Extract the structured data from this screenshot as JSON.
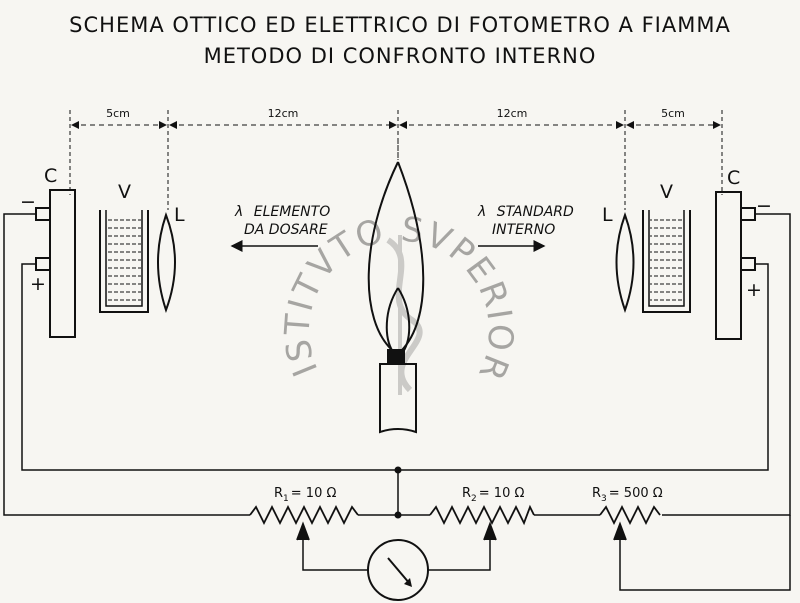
{
  "title": {
    "line1": "SCHEMA OTTICO ED ELETTRICO DI FOTOMETRO A FIAMMA",
    "line2": "METODO DI CONFRONTO INTERNO"
  },
  "dimensions": {
    "left_outer": "5cm",
    "left_inner": "12cm",
    "right_inner": "12cm",
    "right_outer": "5cm"
  },
  "components": {
    "cell_left": "C",
    "cell_right": "C",
    "filter_left": "V",
    "filter_right": "V",
    "lens_left": "L",
    "lens_right": "L"
  },
  "polarity": {
    "left_top": "−",
    "left_bottom": "+",
    "right_top": "−",
    "right_bottom": "+"
  },
  "beams": {
    "left_symbol": "λ",
    "left_line1": "ELEMENTO",
    "left_line2": "DA DOSARE",
    "right_symbol": "λ",
    "right_line1": "STANDARD",
    "right_line2": "INTERNO"
  },
  "resistors": [
    {
      "name": "R",
      "sub": "1",
      "value": "= 10 Ω"
    },
    {
      "name": "R",
      "sub": "2",
      "value": "= 10 Ω"
    },
    {
      "name": "R",
      "sub": "3",
      "value": "= 500 Ω"
    }
  ],
  "colors": {
    "ink": "#111111",
    "paper": "#f7f6f2",
    "watermark": "#8a8a8a"
  }
}
